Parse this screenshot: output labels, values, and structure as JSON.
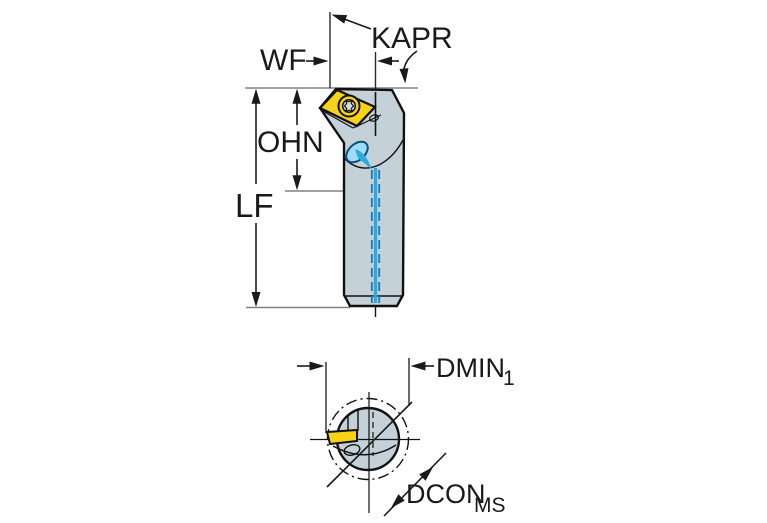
{
  "figure": {
    "type": "technical-drawing",
    "subject": "boring-bar-tool-with-insert",
    "side_view": {
      "labels": {
        "kapr": "KAPR",
        "wf": "WF",
        "ohn": "OHN",
        "lf": "LF"
      }
    },
    "end_view": {
      "labels": {
        "dmin": "DMIN",
        "dmin_sub": "1",
        "dcon": "DCON",
        "dcon_sub": "MS"
      }
    },
    "colors": {
      "background": "#ffffff",
      "tool_body": "#c5d1d8",
      "tool_outline": "#111111",
      "insert_yellow": "#f6d317",
      "screw_inner": "#d9dde0",
      "coolant_blue": "#29abe2",
      "coolant_light": "#9fdcf4",
      "coolant_dark": "#1b76b9",
      "dimension_line": "#1a1a1a",
      "extension_line": "#808080"
    }
  }
}
